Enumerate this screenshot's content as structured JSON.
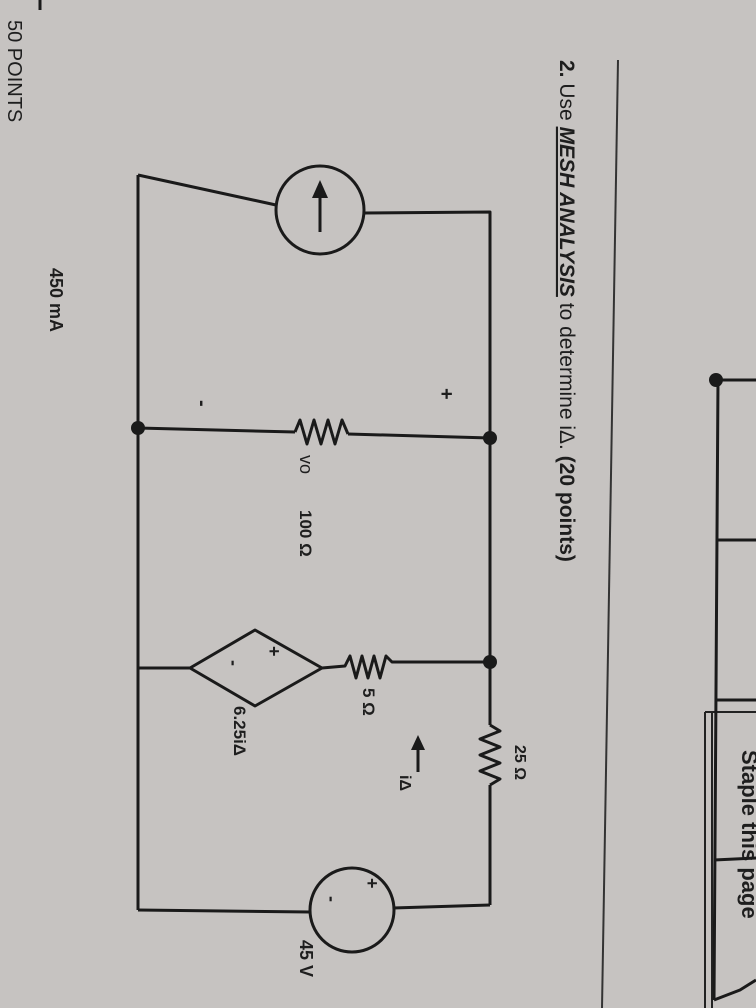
{
  "problem": {
    "number": "2.",
    "prefix": "Use",
    "method": "MESH ANALYSIS",
    "suffix": "to determine iΔ.",
    "points": "(20 points)"
  },
  "margin_text": "50 POINTS",
  "staple_text": "Staple this page",
  "circuit": {
    "current_source": "450 mA",
    "resistor_100": "100 Ω",
    "resistor_5": "5 Ω",
    "resistor_25": "25 Ω",
    "dependent_source": "6.25iΔ",
    "voltage_source": "45 V",
    "current_label": "iΔ",
    "vo_label": "vo",
    "plus": "+",
    "minus": "-"
  },
  "colors": {
    "paper": "#c6c3c1",
    "ink": "#1a1a1a",
    "shadow": "#3a3038"
  }
}
